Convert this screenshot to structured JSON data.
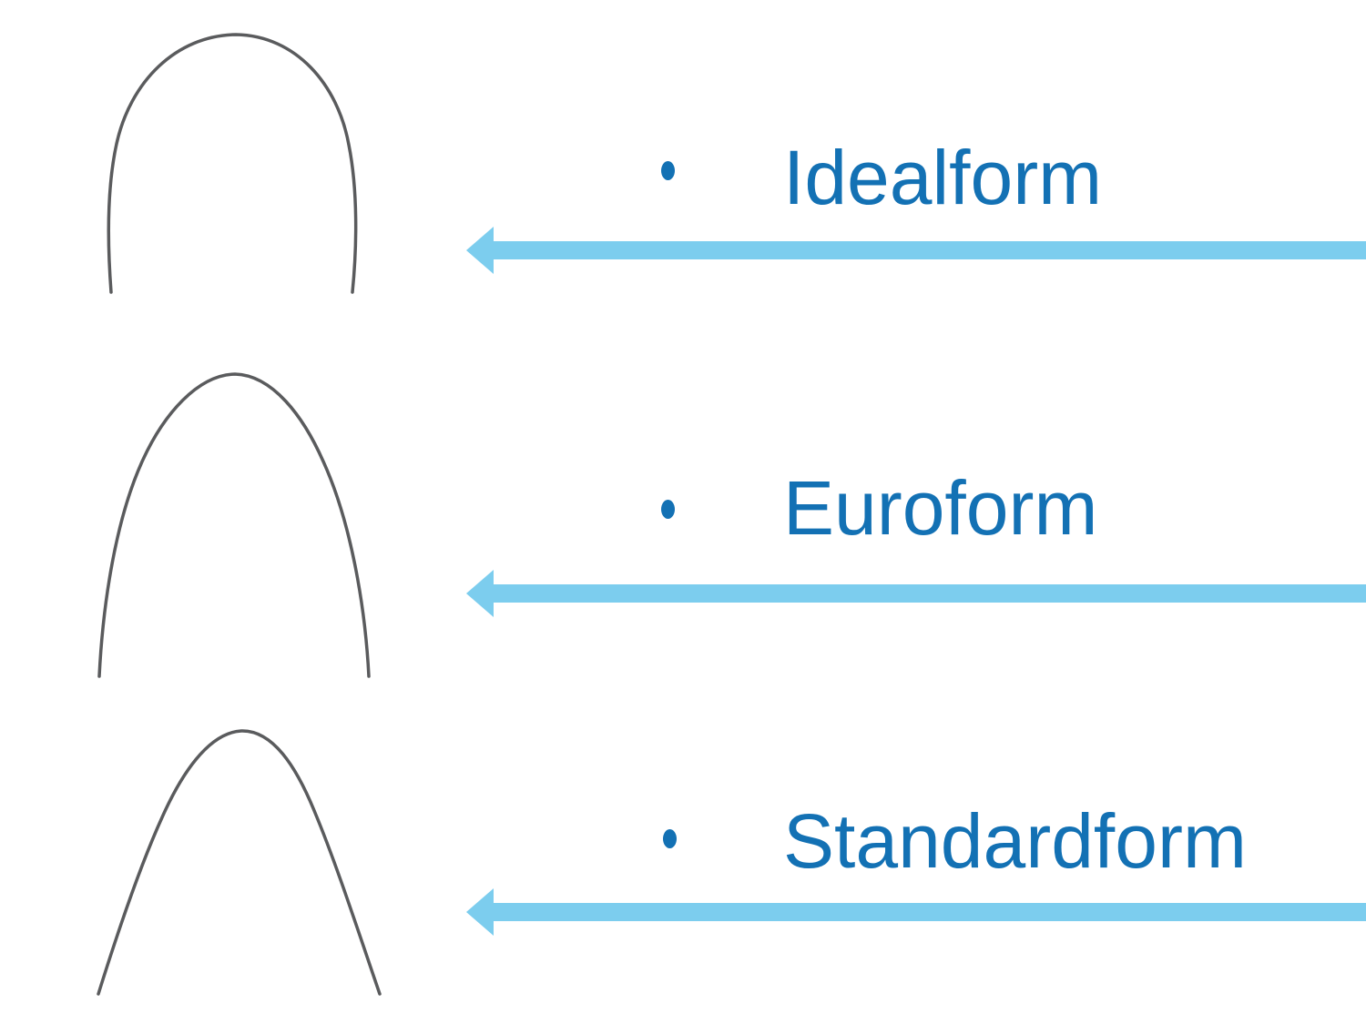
{
  "slide": {
    "items": [
      {
        "label": "Idealform",
        "image": "archwire-idealform"
      },
      {
        "label": "Euroform",
        "image": "archwire-euroform"
      },
      {
        "label": "Standardform",
        "image": "archwire-standardform"
      }
    ],
    "colors": {
      "label_text": "#1371b4",
      "bullet": "#1371b4",
      "arrow": "#7ccdee",
      "wire": "#5a5b5d",
      "background": "#ffffff"
    }
  }
}
